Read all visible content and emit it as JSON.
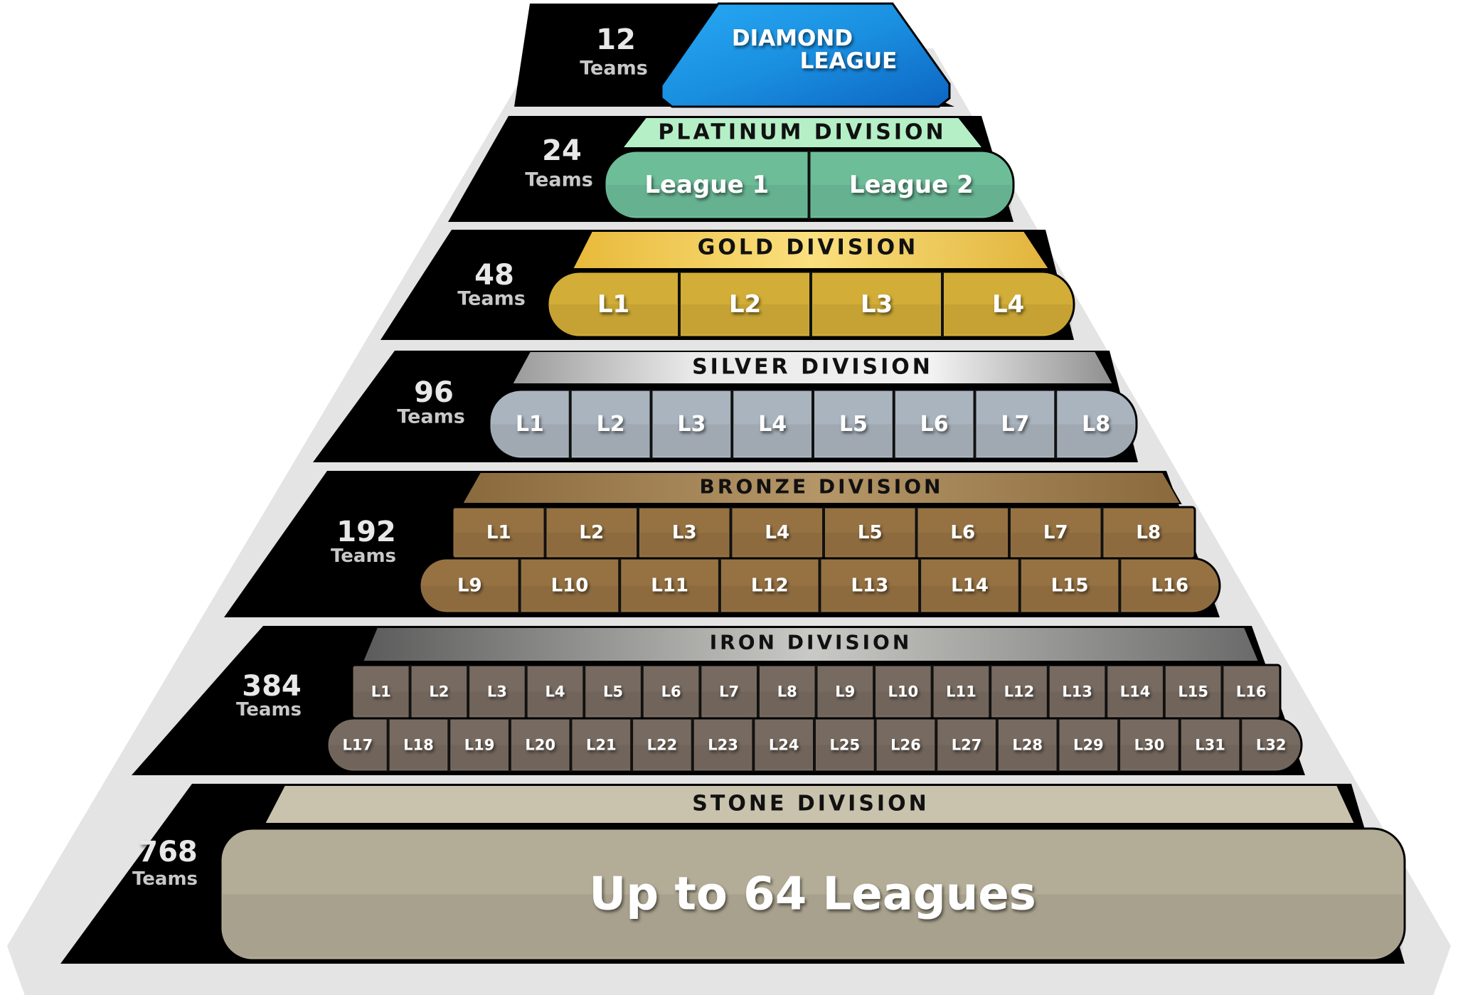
{
  "tiers": [
    {
      "key": "diamond",
      "teams": "12",
      "teams_label": "Teams",
      "division_lines": [
        "DIAMOND",
        "LEAGUE"
      ],
      "leagues": [],
      "colors": {
        "header": "#1a8fe0",
        "cell": "#1a8fe0",
        "text": "#ffffff"
      }
    },
    {
      "key": "platinum",
      "teams": "24",
      "teams_label": "Teams",
      "division": "PLATINUM DIVISION",
      "leagues": [
        "League 1",
        "League 2"
      ],
      "colors": {
        "header": "#b5efc6",
        "cell": "#6dbd99",
        "text": "#ffffff"
      }
    },
    {
      "key": "gold",
      "teams": "48",
      "teams_label": "Teams",
      "division": "GOLD DIVISION",
      "leagues": [
        "L1",
        "L2",
        "L3",
        "L4"
      ],
      "colors": {
        "header": "#f3cf55",
        "cell": "#d2ad37",
        "text": "#ffffff"
      }
    },
    {
      "key": "silver",
      "teams": "96",
      "teams_label": "Teams",
      "division": "SILVER DIVISION",
      "leagues": [
        "L1",
        "L2",
        "L3",
        "L4",
        "L5",
        "L6",
        "L7",
        "L8"
      ],
      "colors": {
        "header": "#d7d7d7",
        "cell": "#aab4be",
        "text": "#ffffff"
      }
    },
    {
      "key": "bronze",
      "teams": "192",
      "teams_label": "Teams",
      "division": "BRONZE DIVISION",
      "leagues": [
        "L1",
        "L2",
        "L3",
        "L4",
        "L5",
        "L6",
        "L7",
        "L8",
        "L9",
        "L10",
        "L11",
        "L12",
        "L13",
        "L14",
        "L15",
        "L16"
      ],
      "colors": {
        "header": "#a88a58",
        "cell": "#967243",
        "text": "#ffffff"
      }
    },
    {
      "key": "iron",
      "teams": "384",
      "teams_label": "Teams",
      "division": "IRON DIVISION",
      "leagues": [
        "L1",
        "L2",
        "L3",
        "L4",
        "L5",
        "L6",
        "L7",
        "L8",
        "L9",
        "L10",
        "L11",
        "L12",
        "L13",
        "L14",
        "L15",
        "L16",
        "L17",
        "L18",
        "L19",
        "L20",
        "L21",
        "L22",
        "L23",
        "L24",
        "L25",
        "L26",
        "L27",
        "L28",
        "L29",
        "L30",
        "L31",
        "L32"
      ],
      "colors": {
        "header": "#b4b4b0",
        "cell": "#776b61",
        "text": "#ffffff"
      }
    },
    {
      "key": "stone",
      "teams": "768",
      "teams_label": "Teams",
      "division": "STONE DIVISION",
      "leagues": [
        "Up to 64 Leagues"
      ],
      "colors": {
        "header": "#c9c2ad",
        "cell": "#b3ac96",
        "text": "#ffffff"
      }
    }
  ],
  "colors": {
    "frame": "#e4e4e4",
    "tier_band": "#000000",
    "team_count_text": "#e8e8e8",
    "teams_label_text": "#c8c8c8",
    "header_text": "#111111"
  }
}
